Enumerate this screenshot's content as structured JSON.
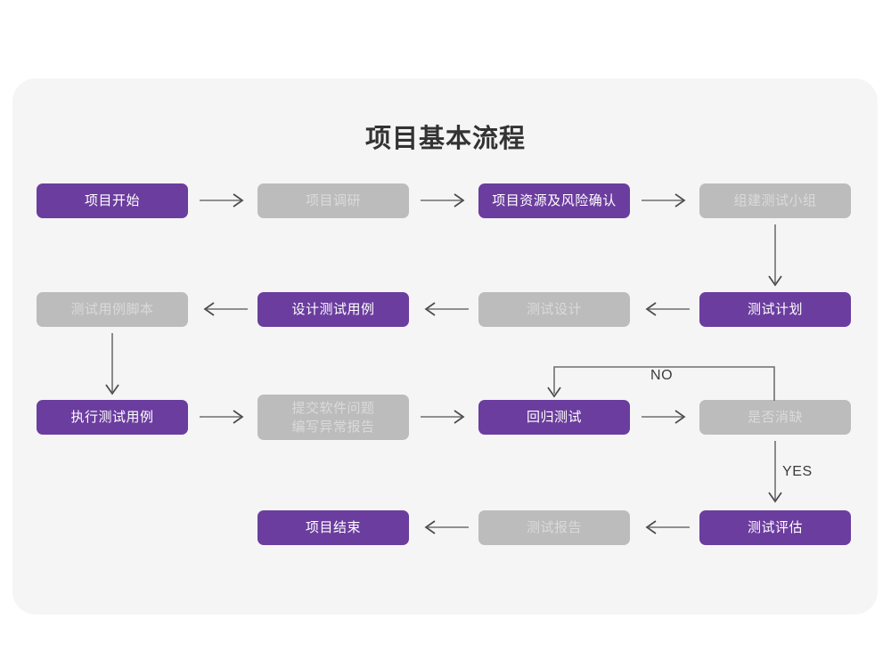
{
  "diagram": {
    "title": "项目基本流程",
    "colors": {
      "page_background": "#ffffff",
      "panel_background": "#f5f5f5",
      "node_purple": "#6b3d9e",
      "node_gray": "#bcbcbc",
      "purple_text": "#ffffff",
      "gray_text": "#dadada",
      "connector": "#6f6f6f",
      "title_text": "#333333"
    },
    "nodes": [
      {
        "id": "n1",
        "label": "项目开始",
        "style": "purple"
      },
      {
        "id": "n2",
        "label": "项目调研",
        "style": "gray"
      },
      {
        "id": "n3",
        "label": "项目资源及风险确认",
        "style": "purple"
      },
      {
        "id": "n4",
        "label": "组建测试小组",
        "style": "gray"
      },
      {
        "id": "n5",
        "label": "测试计划",
        "style": "purple"
      },
      {
        "id": "n6",
        "label": "测试设计",
        "style": "gray"
      },
      {
        "id": "n7",
        "label": "设计测试用例",
        "style": "purple"
      },
      {
        "id": "n8",
        "label": "测试用例脚本",
        "style": "gray"
      },
      {
        "id": "n9",
        "label": "执行测试用例",
        "style": "purple"
      },
      {
        "id": "n10",
        "label": "提交软件问题\n编写异常报告",
        "style": "gray"
      },
      {
        "id": "n11",
        "label": "回归测试",
        "style": "purple"
      },
      {
        "id": "n12",
        "label": "是否消缺",
        "style": "gray"
      },
      {
        "id": "n13",
        "label": "测试评估",
        "style": "purple"
      },
      {
        "id": "n14",
        "label": "测试报告",
        "style": "gray"
      },
      {
        "id": "n15",
        "label": "项目结束",
        "style": "purple"
      }
    ],
    "edge_labels": {
      "no": "NO",
      "yes": "YES"
    }
  }
}
